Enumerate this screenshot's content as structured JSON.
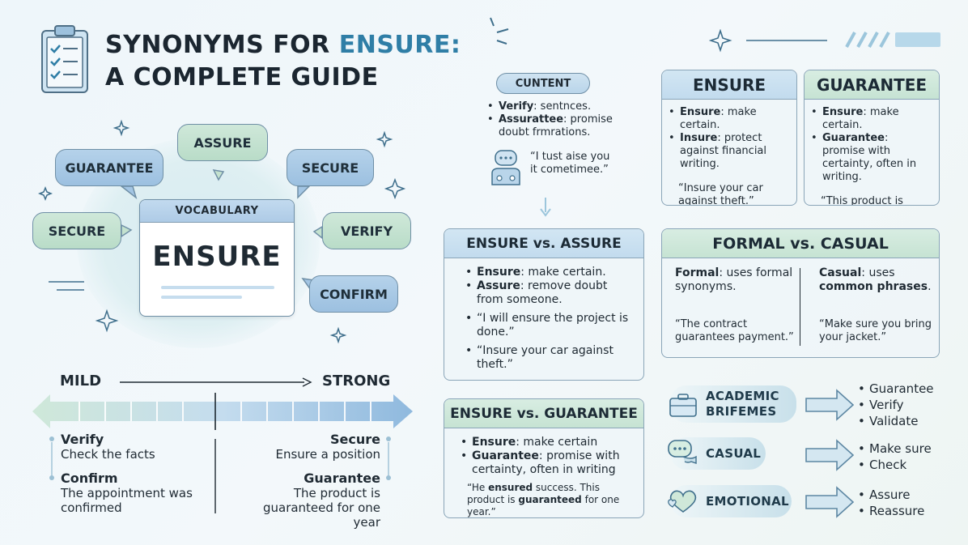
{
  "title": {
    "line1_prefix": "SYNONYMS FOR ",
    "line1_highlight": "ENSURE:",
    "line2": "A COMPLETE GUIDE"
  },
  "bubbles": {
    "assure": "ASSURE",
    "guarantee": "GUARANTEE",
    "secure_right": "SECURE",
    "secure_left": "SECURE",
    "verify": "VERIFY",
    "confirm": "CONFIRM"
  },
  "vocab_card": {
    "header": "VOCABULARY",
    "word": "ENSURE"
  },
  "scale": {
    "mild": "MILD",
    "strong": "STRONG",
    "left": [
      {
        "term": "Verify",
        "desc": "Check the facts"
      },
      {
        "term": "Confirm",
        "desc": "The appointment was confirmed"
      }
    ],
    "right": [
      {
        "term": "Secure",
        "desc": "Ensure a position"
      },
      {
        "term": "Guarantee",
        "desc": "The product is guaranteed for one year"
      }
    ]
  },
  "content": {
    "tag": "CUNTENT",
    "items": [
      {
        "term": "Verify",
        "text": ": sentnces."
      },
      {
        "term": "Assurattee",
        "text": ": promise doubt frmrations."
      }
    ],
    "quote": "“I tust aise you it cometimee.”"
  },
  "ensure_card": {
    "header": "ENSURE",
    "items": [
      {
        "term": "Ensure",
        "text": ": make certain."
      },
      {
        "term": "Insure",
        "text": ": protect against financial writing."
      }
    ],
    "quote": "“Insure your car against theft.”"
  },
  "guarantee_card": {
    "header": "GUARANTEE",
    "items": [
      {
        "term": "Ensure",
        "text": ": make certain."
      },
      {
        "term": "Guarantee",
        "text": ": promise with certainty, often in writing."
      }
    ],
    "quote": "“This product is guaranteed for one year.”"
  },
  "ensure_vs_assure": {
    "header": "ENSURE vs. ASSURE",
    "items": [
      {
        "term": "Ensure",
        "text": ": make certain."
      },
      {
        "term": "Assure",
        "text": ": remove doubt from someone."
      }
    ],
    "quotes": [
      "“I will ensure the project is done.”",
      "“Insure your car against theft.”"
    ]
  },
  "formal_vs_casual": {
    "header": "FORMAL vs. CASUAL",
    "formal_term": "Formal",
    "formal_text": ": uses formal synonyms.",
    "casual_term": "Casual",
    "casual_text": ": uses ",
    "casual_bold": "common phrases",
    "casual_end": ".",
    "formal_quote": "“The contract guarantees payment.”",
    "casual_quote": "“Make sure you bring your jacket.”"
  },
  "ensure_vs_guarantee": {
    "header": "ENSURE vs. GUARANTEE",
    "items": [
      {
        "term": "Ensure",
        "text": ": make certain"
      },
      {
        "term": "Guarantee",
        "text": ": promise with certainty, often in writing"
      }
    ],
    "quote_a": "“He ",
    "quote_b": "ensured",
    "quote_c": " success. This product is ",
    "quote_d": "guaranteed",
    "quote_e": " for one year.”"
  },
  "categories": [
    {
      "label_line1": "ACADEMIC",
      "label_line2": "BRIFEMES",
      "icon": "briefcase-icon",
      "items": [
        "Guarantee",
        "Verify",
        "Validate"
      ]
    },
    {
      "label_line1": "CASUAL",
      "label_line2": "",
      "icon": "chat-icon",
      "items": [
        "Make sure",
        "Check"
      ]
    },
    {
      "label_line1": "EMOTIONAL",
      "label_line2": "",
      "icon": "heart-icon",
      "items": [
        "Assure",
        "Reassure"
      ]
    }
  ],
  "colors": {
    "accent": "#2f7ea6",
    "blue_panel": "#c2dbee",
    "green_panel": "#c6e3d3",
    "border": "#8aa5b8"
  }
}
